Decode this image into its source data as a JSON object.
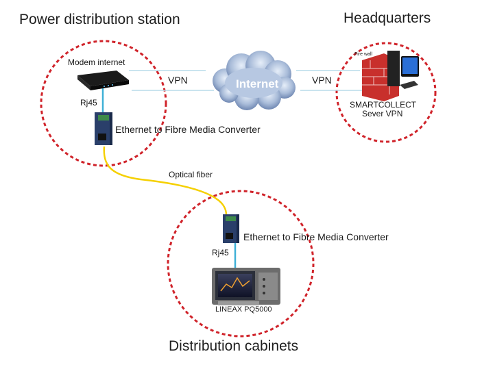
{
  "titles": {
    "station": "Power distribution station",
    "headquarters": "Headquarters",
    "cabinets": "Distribution cabinets"
  },
  "labels": {
    "modem": "Modem internet",
    "rj45_top": "Rj45",
    "converter_top": "Ethernet to Fibre Media Converter",
    "vpn_left": "VPN",
    "vpn_right": "VPN",
    "internet": "Internet",
    "firewall": "Fire wall",
    "server_line1": "SMARTCOLLECT",
    "server_line2": "Sever VPN",
    "optical": "Optical fiber",
    "converter_bottom": "Ethernet to Fibre Media Converter",
    "rj45_bottom": "Rj45",
    "device": "LINEAX PQ5000"
  },
  "colors": {
    "zone_border": "#d0232a",
    "ethernet_line": "#3fb0d6",
    "fiber_line": "#f5d000",
    "cloud": "#8fa8cc"
  },
  "icons": [
    "modem-icon",
    "media-converter-icon",
    "internet-cloud-icon",
    "firewall-icon",
    "server-icon",
    "power-quality-meter-icon"
  ]
}
